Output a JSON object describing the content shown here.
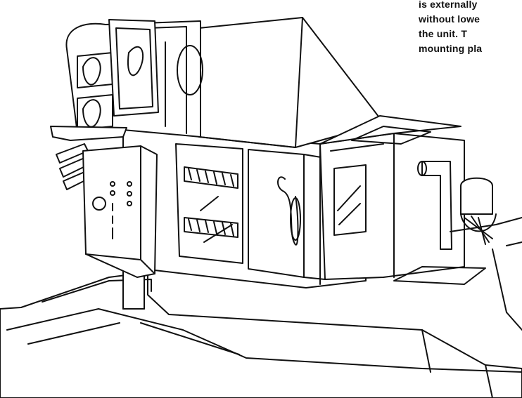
{
  "caption": {
    "lines": [
      "is externally",
      "without lowe",
      "the unit. T",
      "mounting pla"
    ]
  },
  "colors": {
    "ink": "#111111",
    "paper": "#ffffff"
  }
}
